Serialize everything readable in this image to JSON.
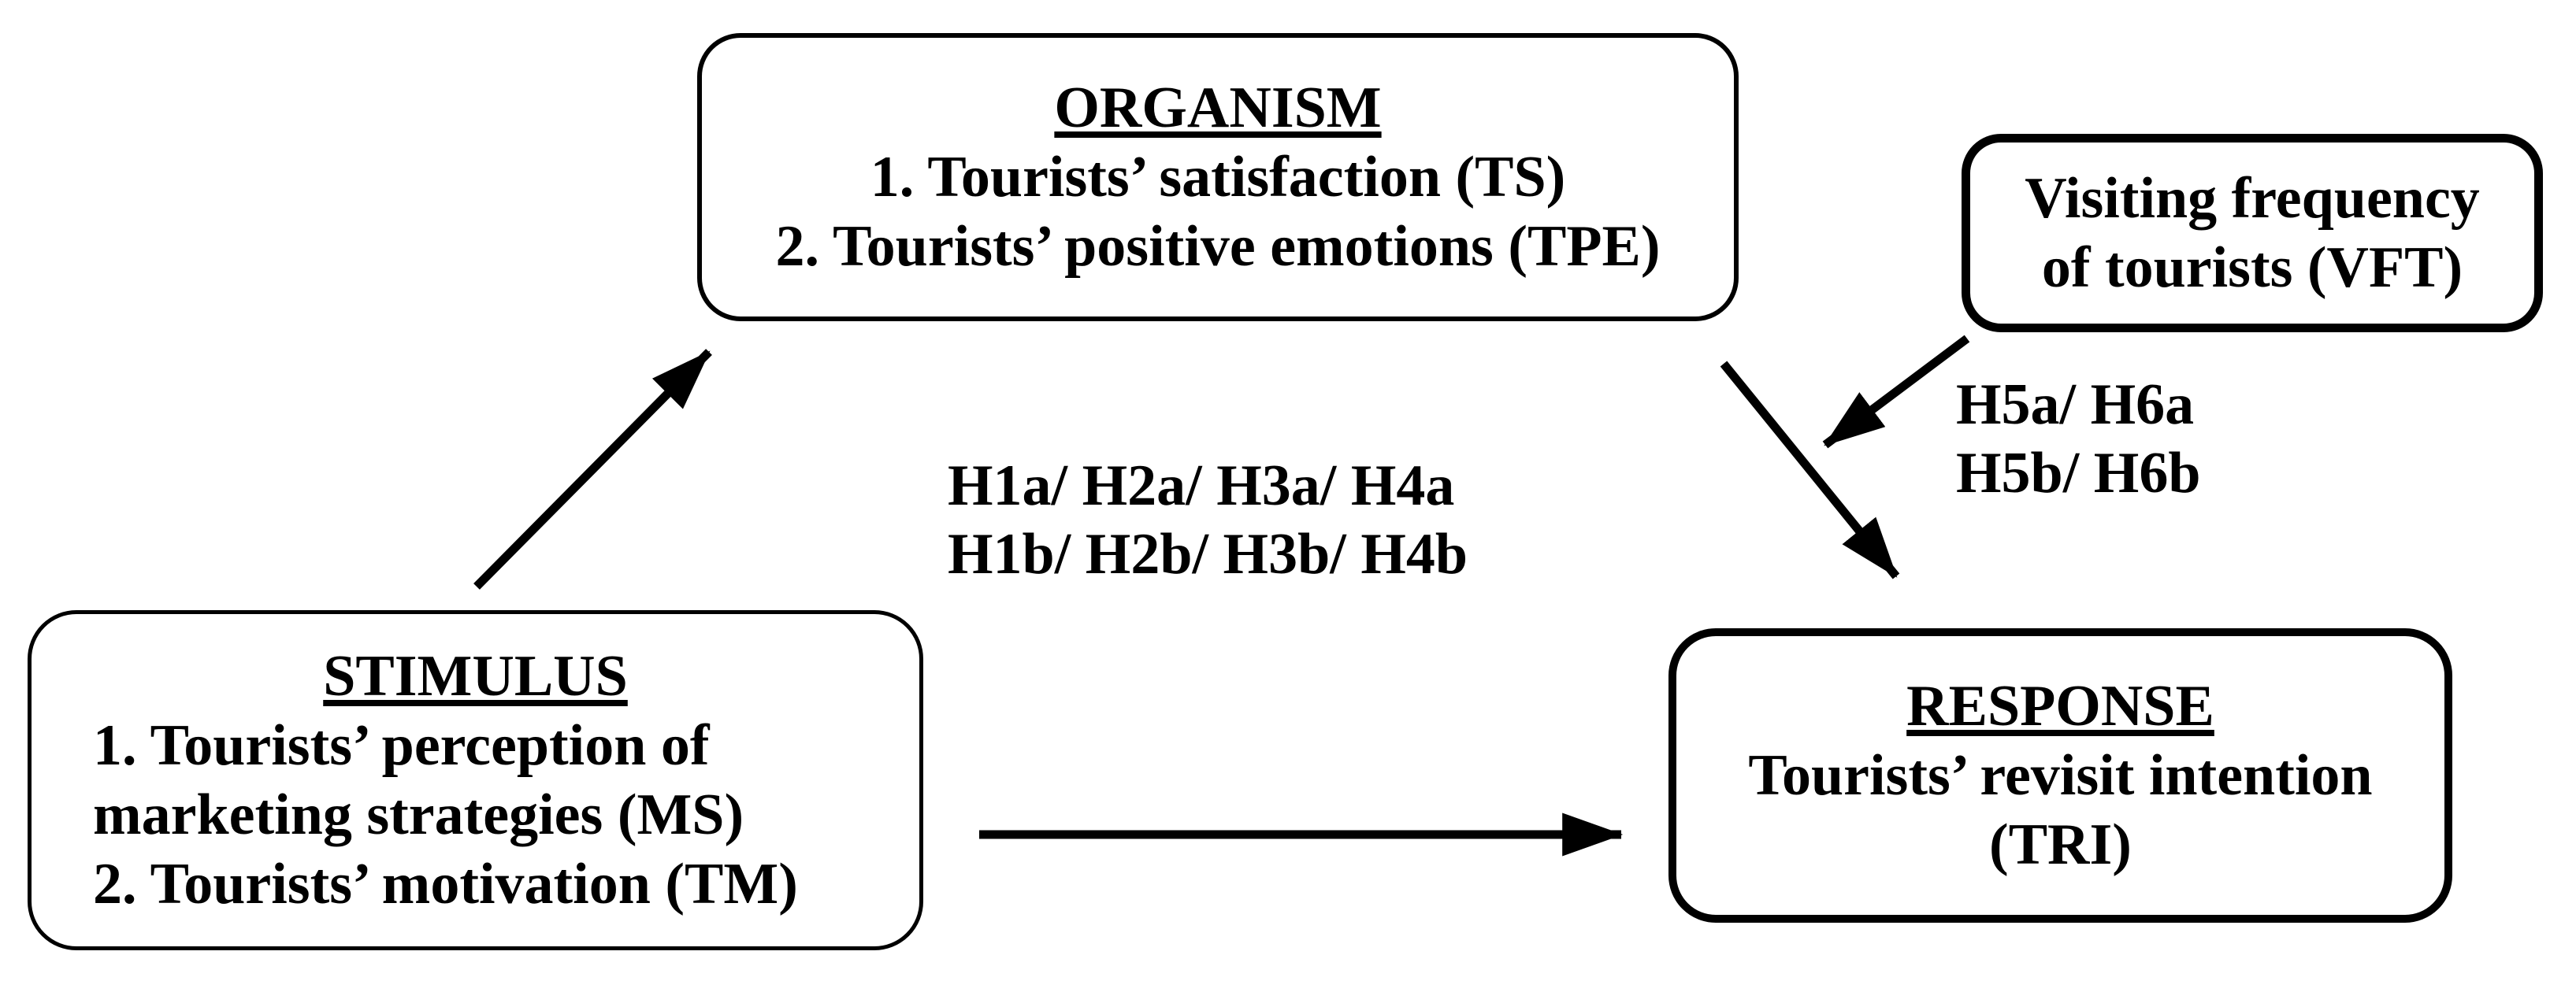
{
  "colors": {
    "ink": "#000000",
    "background": "#ffffff"
  },
  "boxes": {
    "organism": {
      "heading": "ORGANISM",
      "items": [
        "1. Tourists’ satisfaction (TS)",
        "2. Tourists’ positive emotions (TPE)"
      ]
    },
    "vft": {
      "lines": [
        "Visiting frequency",
        "of tourists (VFT)"
      ]
    },
    "stimulus": {
      "heading": "STIMULUS",
      "items": [
        "1. Tourists’ perception of",
        "marketing strategies (MS)",
        "2. Tourists’ motivation (TM)"
      ]
    },
    "response": {
      "heading": "RESPONSE",
      "lines": [
        "Tourists’ revisit intention",
        "(TRI)"
      ]
    }
  },
  "labels": {
    "mediation": {
      "lines": [
        "H1a/ H2a/ H3a/ H4a",
        "H1b/ H2b/ H3b/ H4b"
      ]
    },
    "moderation": {
      "lines": [
        "H5a/ H6a",
        "H5b/ H6b"
      ]
    }
  }
}
